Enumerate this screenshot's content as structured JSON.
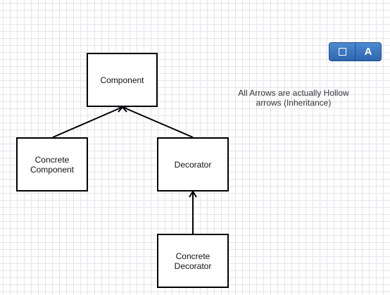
{
  "diagram": {
    "nodes": {
      "component": "Component",
      "concrete_component": "Concrete\nComponent",
      "decorator": "Decorator",
      "concrete_decorator": "Concrete\nDecorator"
    },
    "edges": [
      {
        "from": "concrete_component",
        "to": "component",
        "relation": "inheritance"
      },
      {
        "from": "decorator",
        "to": "component",
        "relation": "inheritance"
      },
      {
        "from": "concrete_decorator",
        "to": "decorator",
        "relation": "inheritance"
      }
    ],
    "note": "All Arrows are actually Hollow\narrows (Inheritance)"
  },
  "toolbar": {
    "shape_tool_icon": "square-icon",
    "text_tool_label": "A"
  }
}
